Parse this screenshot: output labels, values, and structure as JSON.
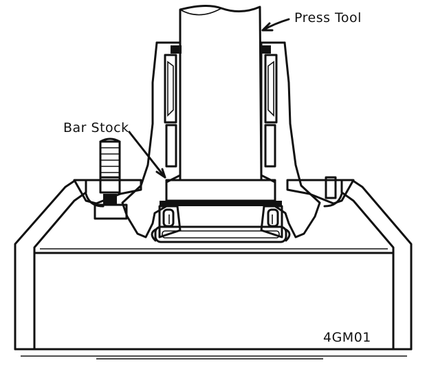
{
  "labels": {
    "press_tool": "Press Tool",
    "bar_stock": "Bar Stock",
    "figure_code": "4GM01"
  },
  "colors": {
    "ink": "#111111",
    "paper": "#ffffff"
  }
}
